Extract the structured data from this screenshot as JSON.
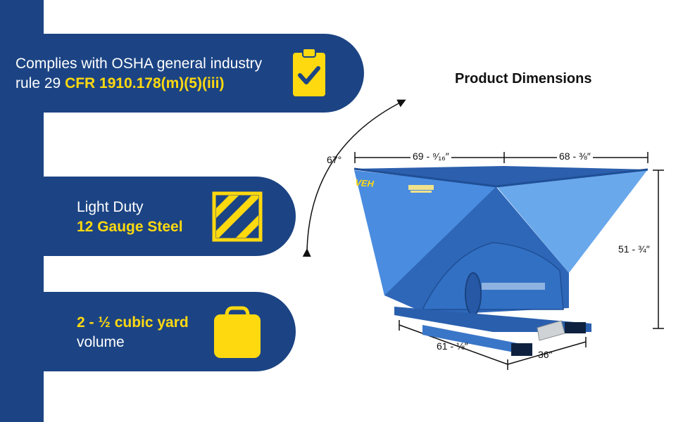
{
  "features": {
    "compliance": {
      "text": "Complies with OSHA general industry",
      "prefix": "rule 29",
      "highlight": "CFR 1910.178(m)(5)(iii)",
      "icon": "clipboard-check-icon"
    },
    "duty": {
      "text": "Light Duty",
      "highlight": "12 Gauge Steel",
      "icon": "striped-steel-plate-icon"
    },
    "volume": {
      "highlight": "2 - ½ cubic yard",
      "text": "volume",
      "icon": "hopper-volume-icon"
    }
  },
  "dimensions": {
    "title": "Product Dimensions",
    "angle": "67°",
    "length_top": "69 - ⁹⁄₁₆″",
    "width_top": "68 - ⅜″",
    "height": "51 - ¾″",
    "base_length": "61 - ⅛″",
    "base_width": "36″"
  },
  "product": {
    "brand_mark": "VEH"
  },
  "colors": {
    "navy": "#1c4484",
    "yellow": "#ffd90f",
    "hopper_blue": "#3f7fd4"
  }
}
